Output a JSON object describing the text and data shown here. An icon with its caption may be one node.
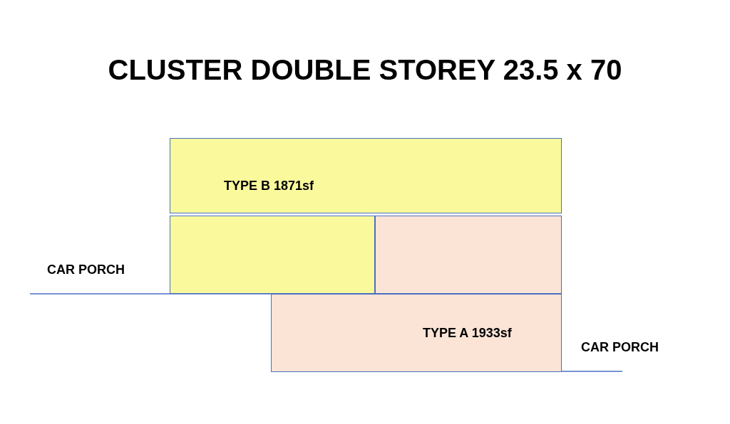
{
  "diagram": {
    "title": "CLUSTER DOUBLE STOREY 23.5 x 70",
    "nodes": [
      {
        "text": [
          "TYPE B 1871sf"
        ]
      },
      {
        "text": [],
        "shape": "box"
      },
      {
        "text": [],
        "shape": "box"
      },
      {
        "text": [
          "TYPE A 1933sf"
        ]
      }
    ],
    "labels": [
      "CAR PORCH",
      "CAR PORCH"
    ]
  }
}
